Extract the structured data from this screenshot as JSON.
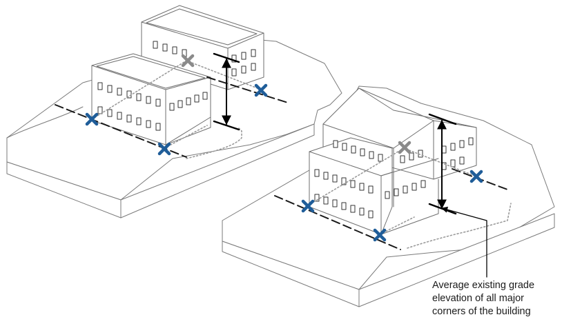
{
  "annotation": {
    "lines": [
      "Average existing grade",
      "elevation of all major",
      "corners of the building"
    ]
  },
  "colors": {
    "outline": "#6e6e6e",
    "outline_light": "#9a9a9a",
    "window": "#333333",
    "dash_line": "#1a1a1a",
    "dotted_line": "#9a9a9a",
    "blue_marker": "#1f5d99",
    "gray_marker": "#8a8a8a",
    "arrow": "#000000",
    "text": "#1a1a1a"
  },
  "markers": {
    "building_1": {
      "visible_corners": 3,
      "hidden_corners": 1,
      "icon": "x-marker"
    },
    "building_2": {
      "visible_corners": 3,
      "hidden_corners": 1,
      "icon": "x-marker"
    }
  }
}
